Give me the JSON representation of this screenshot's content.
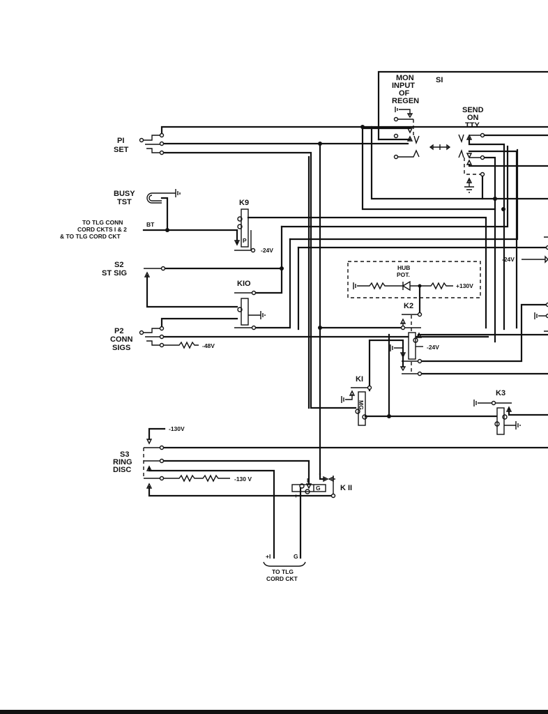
{
  "document": {
    "type": "electrical schematic (partial page)",
    "ink_color": "#111111",
    "paper_color": "#ffffff"
  },
  "labels": {
    "p1": [
      "PI",
      "SET"
    ],
    "busy": [
      "BUSY",
      "TST"
    ],
    "to_tlg_conn": [
      "TO TLG CONN",
      "CORD CKTS I & 2",
      "& TO TLG CORD CKT"
    ],
    "bt": "BT",
    "k9": "K9",
    "k9_p": "P",
    "minus24_a": "-24V",
    "s2": [
      "S2",
      "ST SIG"
    ],
    "k10": "KIO",
    "p2": [
      "P2",
      "CONN",
      "SIGS"
    ],
    "minus48": "-48V",
    "s1": "SI",
    "mon_input": [
      "MON",
      "INPUT",
      "OF",
      "REGEN"
    ],
    "send_on_tty": [
      "SEND",
      "ON",
      "TTY"
    ],
    "hub_pot": [
      "HUB",
      "POT."
    ],
    "plus130": "+130V",
    "k2": "K2",
    "minus24_b": "-24V",
    "minus24_c": "-24V",
    "k1": "KI",
    "k1_coil": "MG",
    "k3": "K3",
    "s3": [
      "S3",
      "RING",
      "DISC"
    ],
    "minus130_a": "-130V",
    "minus130_b": "-130 V",
    "k11": "K II",
    "k11_one": "I",
    "k11_g": "G",
    "k11_plus": "+",
    "cord_plus": "+I",
    "cord_g": "G",
    "to_tlg_cord": [
      "TO TLG",
      "CORD CKT"
    ]
  }
}
